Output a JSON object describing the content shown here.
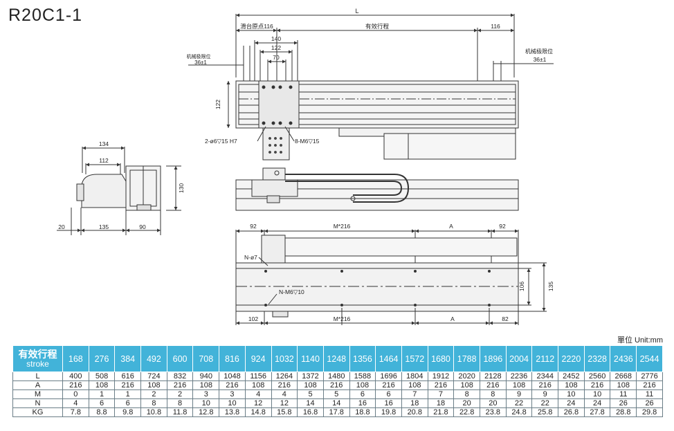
{
  "title": "R20C1-1",
  "unit_label": "單位 Unit:mm",
  "dims": {
    "L": "L",
    "slide_origin": "滑台原点116",
    "effective_stroke": "有效行程",
    "right_116": "116",
    "d140": "140",
    "d122": "122",
    "d70": "70",
    "mech_limit_left": "机械极限位",
    "mech_limit_left_val": "36±1",
    "mech_limit_right": "机械极限位",
    "mech_limit_right_val": "36±1",
    "h122": "122",
    "hole_pin": "2-ø6▽15  H7",
    "hole_m6": "8-M6▽15",
    "w134": "134",
    "w112": "112",
    "h130": "130",
    "w20": "20",
    "w135": "135",
    "w90": "90",
    "b92l": "92",
    "bm216": "M*216",
    "bA": "A",
    "b92r": "92",
    "n_phi7": "N-ø7",
    "n_m6": "N-M6▽10",
    "h106": "106",
    "h135": "135",
    "b102": "102",
    "bm216b": "M*216",
    "bAb": "A",
    "b82": "82"
  },
  "table": {
    "header_cn": "有效行程",
    "header_en": "stroke",
    "strokes": [
      "168",
      "276",
      "384",
      "492",
      "600",
      "708",
      "816",
      "924",
      "1032",
      "1140",
      "1248",
      "1356",
      "1464",
      "1572",
      "1680",
      "1788",
      "1896",
      "2004",
      "2112",
      "2220",
      "2328",
      "2436",
      "2544"
    ],
    "rows": [
      {
        "label": "L",
        "values": [
          "400",
          "508",
          "616",
          "724",
          "832",
          "940",
          "1048",
          "1156",
          "1264",
          "1372",
          "1480",
          "1588",
          "1696",
          "1804",
          "1912",
          "2020",
          "2128",
          "2236",
          "2344",
          "2452",
          "2560",
          "2668",
          "2776"
        ]
      },
      {
        "label": "A",
        "values": [
          "216",
          "108",
          "216",
          "108",
          "216",
          "108",
          "216",
          "108",
          "216",
          "108",
          "216",
          "108",
          "216",
          "108",
          "216",
          "108",
          "216",
          "108",
          "216",
          "108",
          "216",
          "108",
          "216"
        ]
      },
      {
        "label": "M",
        "values": [
          "0",
          "1",
          "1",
          "2",
          "2",
          "3",
          "3",
          "4",
          "4",
          "5",
          "5",
          "6",
          "6",
          "7",
          "7",
          "8",
          "8",
          "9",
          "9",
          "10",
          "10",
          "11",
          "11"
        ]
      },
      {
        "label": "N",
        "values": [
          "4",
          "6",
          "6",
          "8",
          "8",
          "10",
          "10",
          "12",
          "12",
          "14",
          "14",
          "16",
          "16",
          "18",
          "18",
          "20",
          "20",
          "22",
          "22",
          "24",
          "24",
          "26",
          "26"
        ]
      },
      {
        "label": "KG",
        "values": [
          "7.8",
          "8.8",
          "9.8",
          "10.8",
          "11.8",
          "12.8",
          "13.8",
          "14.8",
          "15.8",
          "16.8",
          "17.8",
          "18.8",
          "19.8",
          "20.8",
          "21.8",
          "22.8",
          "23.8",
          "24.8",
          "25.8",
          "26.8",
          "27.8",
          "28.8",
          "29.8"
        ]
      }
    ]
  }
}
